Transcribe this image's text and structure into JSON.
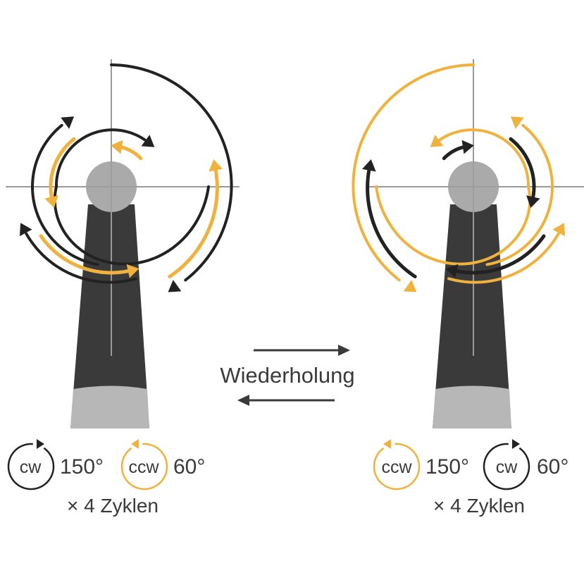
{
  "colors": {
    "orange": "#f0b23d",
    "black": "#222222",
    "tool": "#3a3a3a",
    "tip": "#b7b7b7",
    "head": "#aaaaaa",
    "cross": "#9a9a9a"
  },
  "middle": {
    "label": "Wiederholung"
  },
  "left_legend": {
    "first_dir": "cw",
    "first_angle": "150°",
    "second_dir": "ccw",
    "second_angle": "60°",
    "cycles": "× 4 Zyklen"
  },
  "right_legend": {
    "first_dir": "ccw",
    "first_angle": "150°",
    "second_dir": "cw",
    "second_angle": "60°",
    "cycles": "× 4 Zyklen"
  }
}
